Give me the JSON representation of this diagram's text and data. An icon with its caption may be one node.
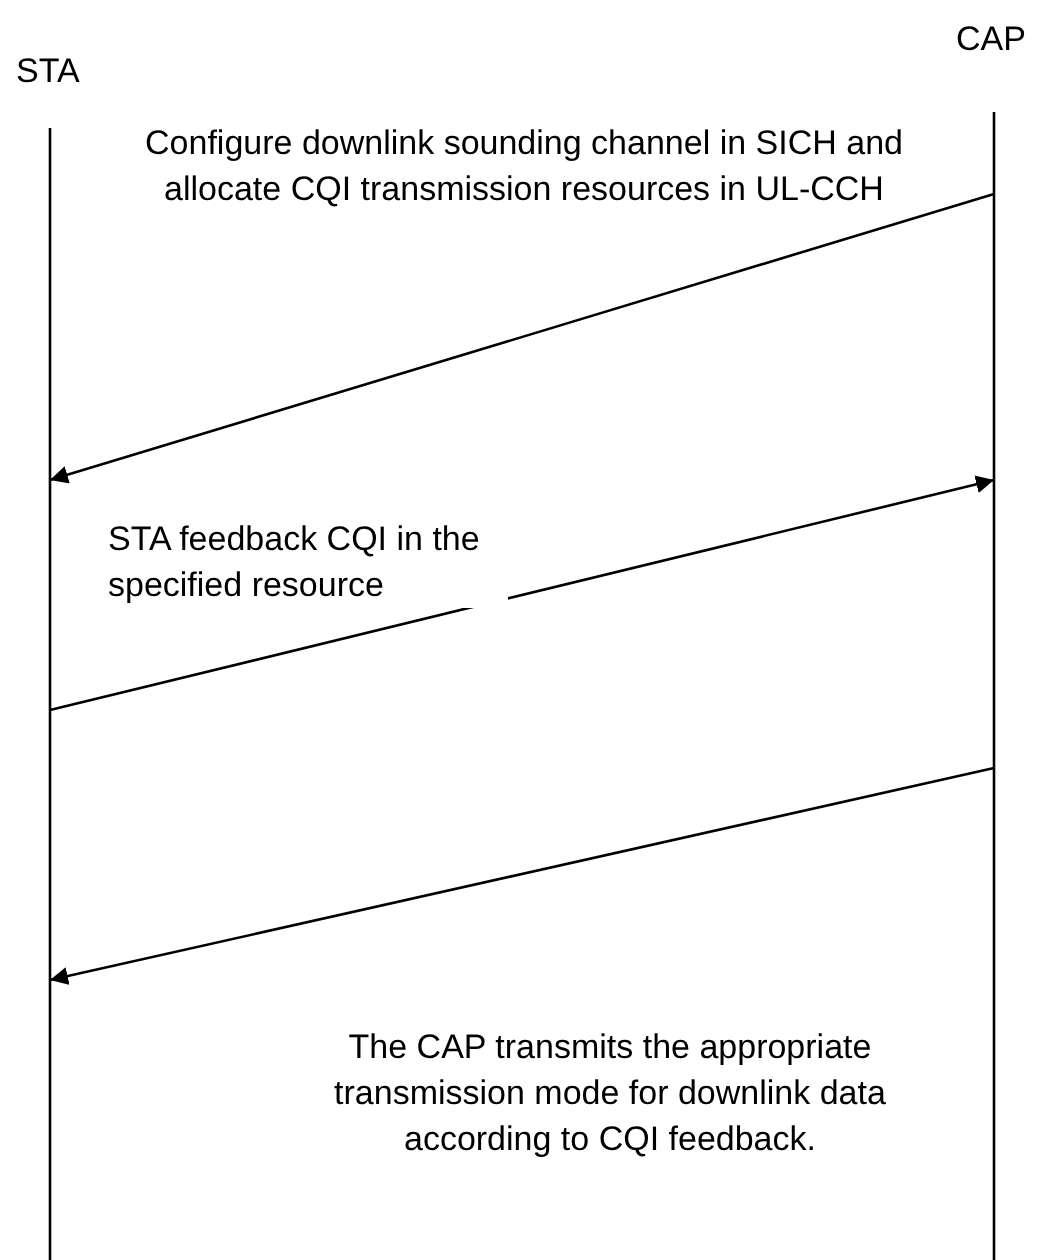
{
  "diagram": {
    "nodes": [
      {
        "text": [
          "STA"
        ]
      },
      {
        "text": [
          "CAP"
        ]
      }
    ],
    "edges": [
      {
        "from": 1,
        "to": 0,
        "arrow": "to",
        "label": "Configure downlink sounding channel in SICH and allocate CQI transmission resources in UL-CCH"
      },
      {
        "from": 0,
        "to": 1,
        "arrow": "to",
        "label": "STA feedback CQI in the specified resource"
      },
      {
        "from": 1,
        "to": 0,
        "arrow": "to",
        "label": "The CAP transmits the appropriate transmission mode for downlink data according to CQI feedback."
      }
    ]
  }
}
